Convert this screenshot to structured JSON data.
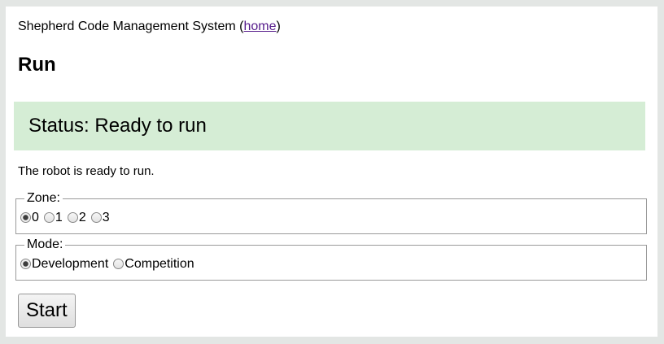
{
  "colors": {
    "frame_background": "#e3e6e4",
    "status_background": "#d5edd5",
    "link": "#551a8b"
  },
  "header": {
    "title_prefix": "Shepherd Code Management System (",
    "home_link_label": "home",
    "title_suffix": ")"
  },
  "page_title": "Run",
  "status": {
    "text": "Status: Ready to run"
  },
  "description": "The robot is ready to run.",
  "zone": {
    "legend": "Zone:",
    "options": [
      {
        "label": "0",
        "selected": true
      },
      {
        "label": "1",
        "selected": false
      },
      {
        "label": "2",
        "selected": false
      },
      {
        "label": "3",
        "selected": false
      }
    ]
  },
  "mode": {
    "legend": "Mode:",
    "options": [
      {
        "label": "Development",
        "selected": true
      },
      {
        "label": "Competition",
        "selected": false
      }
    ]
  },
  "start_button_label": "Start"
}
